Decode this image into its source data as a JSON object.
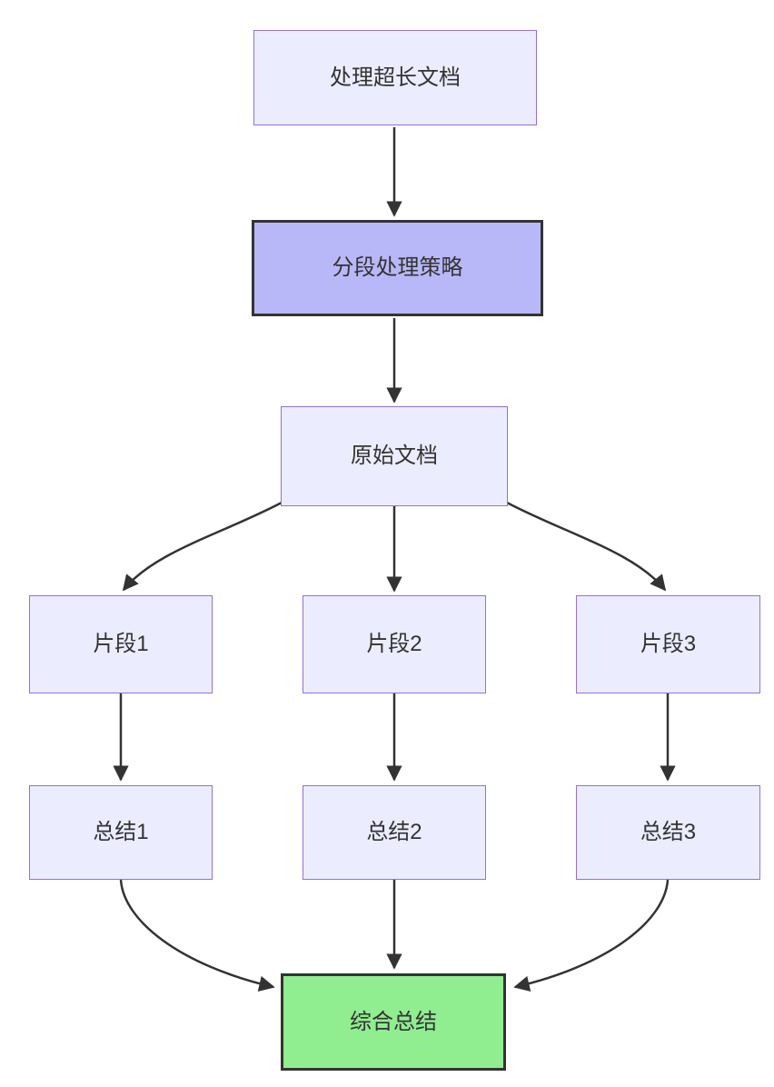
{
  "diagram": {
    "type": "flowchart",
    "direction": "top-down",
    "nodes": [
      {
        "id": "A",
        "label": "处理超长文档",
        "style": "default"
      },
      {
        "id": "B",
        "label": "分段处理策略",
        "style": "highlight"
      },
      {
        "id": "C",
        "label": "原始文档",
        "style": "default"
      },
      {
        "id": "D1",
        "label": "片段1",
        "style": "default"
      },
      {
        "id": "D2",
        "label": "片段2",
        "style": "default"
      },
      {
        "id": "D3",
        "label": "片段3",
        "style": "default"
      },
      {
        "id": "E1",
        "label": "总结1",
        "style": "default"
      },
      {
        "id": "E2",
        "label": "总结2",
        "style": "default"
      },
      {
        "id": "E3",
        "label": "总结3",
        "style": "default"
      },
      {
        "id": "F",
        "label": "综合总结",
        "style": "result"
      }
    ],
    "edges": [
      {
        "from": "处理超长文档",
        "to": "分段处理策略"
      },
      {
        "from": "分段处理策略",
        "to": "原始文档"
      },
      {
        "from": "原始文档",
        "to": "片段1"
      },
      {
        "from": "原始文档",
        "to": "片段2"
      },
      {
        "from": "原始文档",
        "to": "片段3"
      },
      {
        "from": "片段1",
        "to": "总结1"
      },
      {
        "from": "片段2",
        "to": "总结2"
      },
      {
        "from": "片段3",
        "to": "总结3"
      },
      {
        "from": "总结1",
        "to": "综合总结"
      },
      {
        "from": "总结2",
        "to": "综合总结"
      },
      {
        "from": "总结3",
        "to": "综合总结"
      }
    ],
    "colors": {
      "node_fill": "#ECECFF",
      "node_border": "#9370DB",
      "highlight_fill": "#b8b8f8",
      "highlight_border": "#333333",
      "result_fill": "#90EE90",
      "result_border": "#333333",
      "edge": "#333333",
      "text": "#333333",
      "background": "#ffffff"
    }
  }
}
